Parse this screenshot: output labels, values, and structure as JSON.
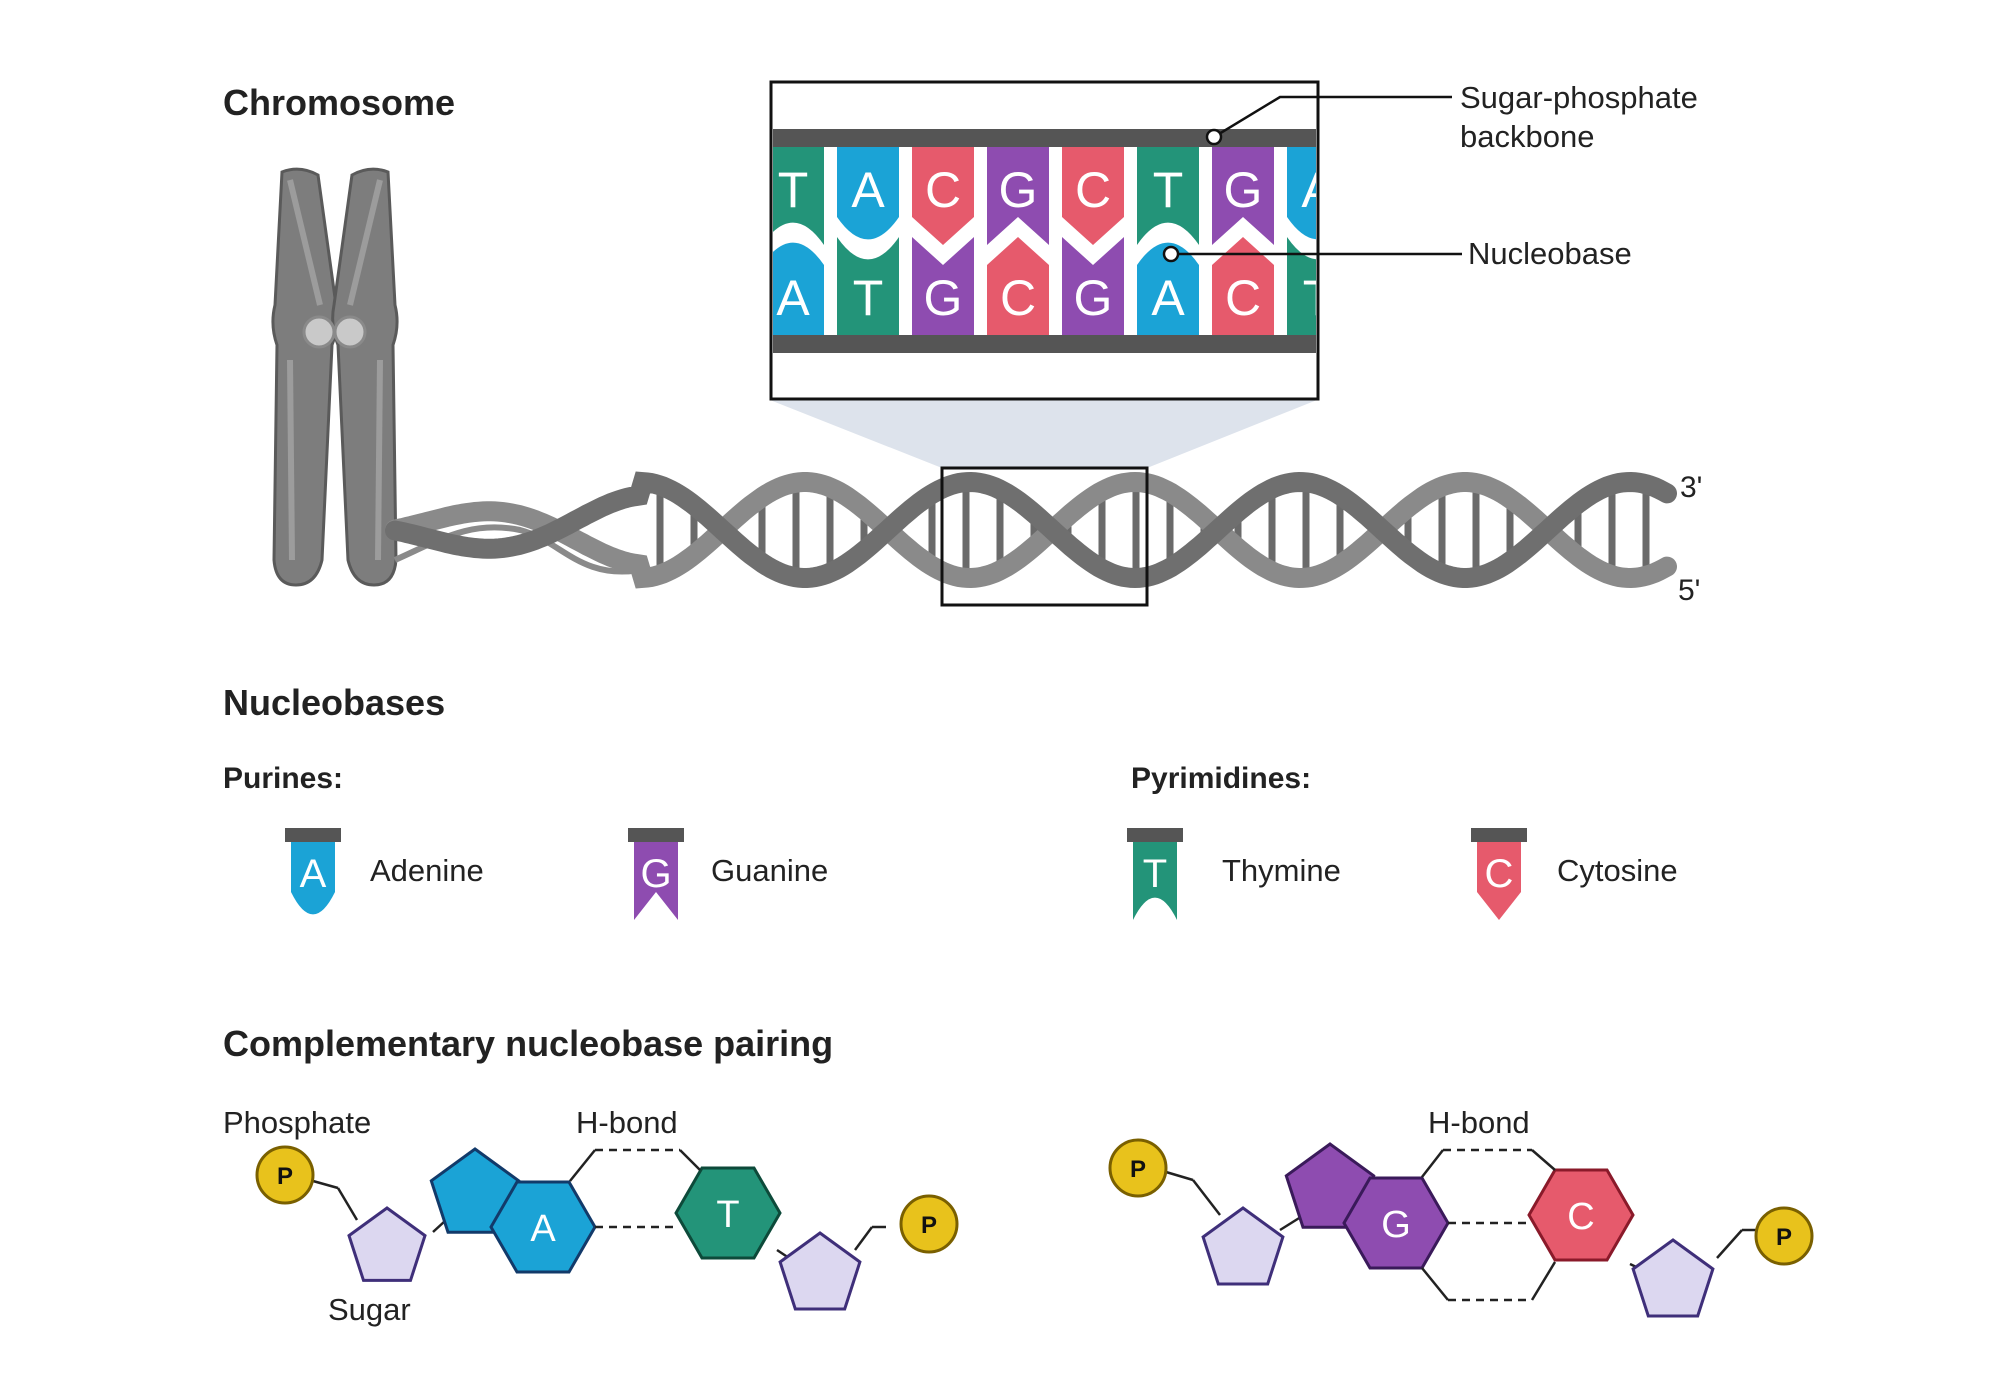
{
  "sections": {
    "chromosome": "Chromosome",
    "nucleobases": "Nucleobases",
    "pairing": "Complementary nucleobase pairing"
  },
  "callouts": {
    "backbone_line1": "Sugar-phosphate",
    "backbone_line2": "backbone",
    "nucleobase": "Nucleobase"
  },
  "helix_ends": {
    "top": "3'",
    "bottom": "5'"
  },
  "zoom": {
    "top_strand": [
      "T",
      "A",
      "C",
      "G",
      "C",
      "T",
      "G",
      "A"
    ],
    "bottom_strand": [
      "A",
      "T",
      "G",
      "C",
      "G",
      "A",
      "C",
      "T"
    ]
  },
  "groups": {
    "purines": "Purines:",
    "pyrimidines": "Pyrimidines:"
  },
  "legend": [
    {
      "letter": "A",
      "name": "Adenine",
      "color": "#1ba3d6"
    },
    {
      "letter": "G",
      "name": "Guanine",
      "color": "#8e4cb0"
    },
    {
      "letter": "T",
      "name": "Thymine",
      "color": "#239479"
    },
    {
      "letter": "C",
      "name": "Cytosine",
      "color": "#e65a6c"
    }
  ],
  "pairing": {
    "phosphate": "Phosphate",
    "sugar": "Sugar",
    "hbond_left": "H-bond",
    "hbond_right": "H-bond",
    "p": "P",
    "pair1": [
      "A",
      "T"
    ],
    "pair2": [
      "G",
      "C"
    ]
  },
  "colors": {
    "A": "#1ba3d6",
    "G": "#8e4cb0",
    "T": "#239479",
    "C": "#e65a6c",
    "backbone": "#555555",
    "sugar": "#dcd7f0",
    "phosphate": "#e8c21c"
  }
}
